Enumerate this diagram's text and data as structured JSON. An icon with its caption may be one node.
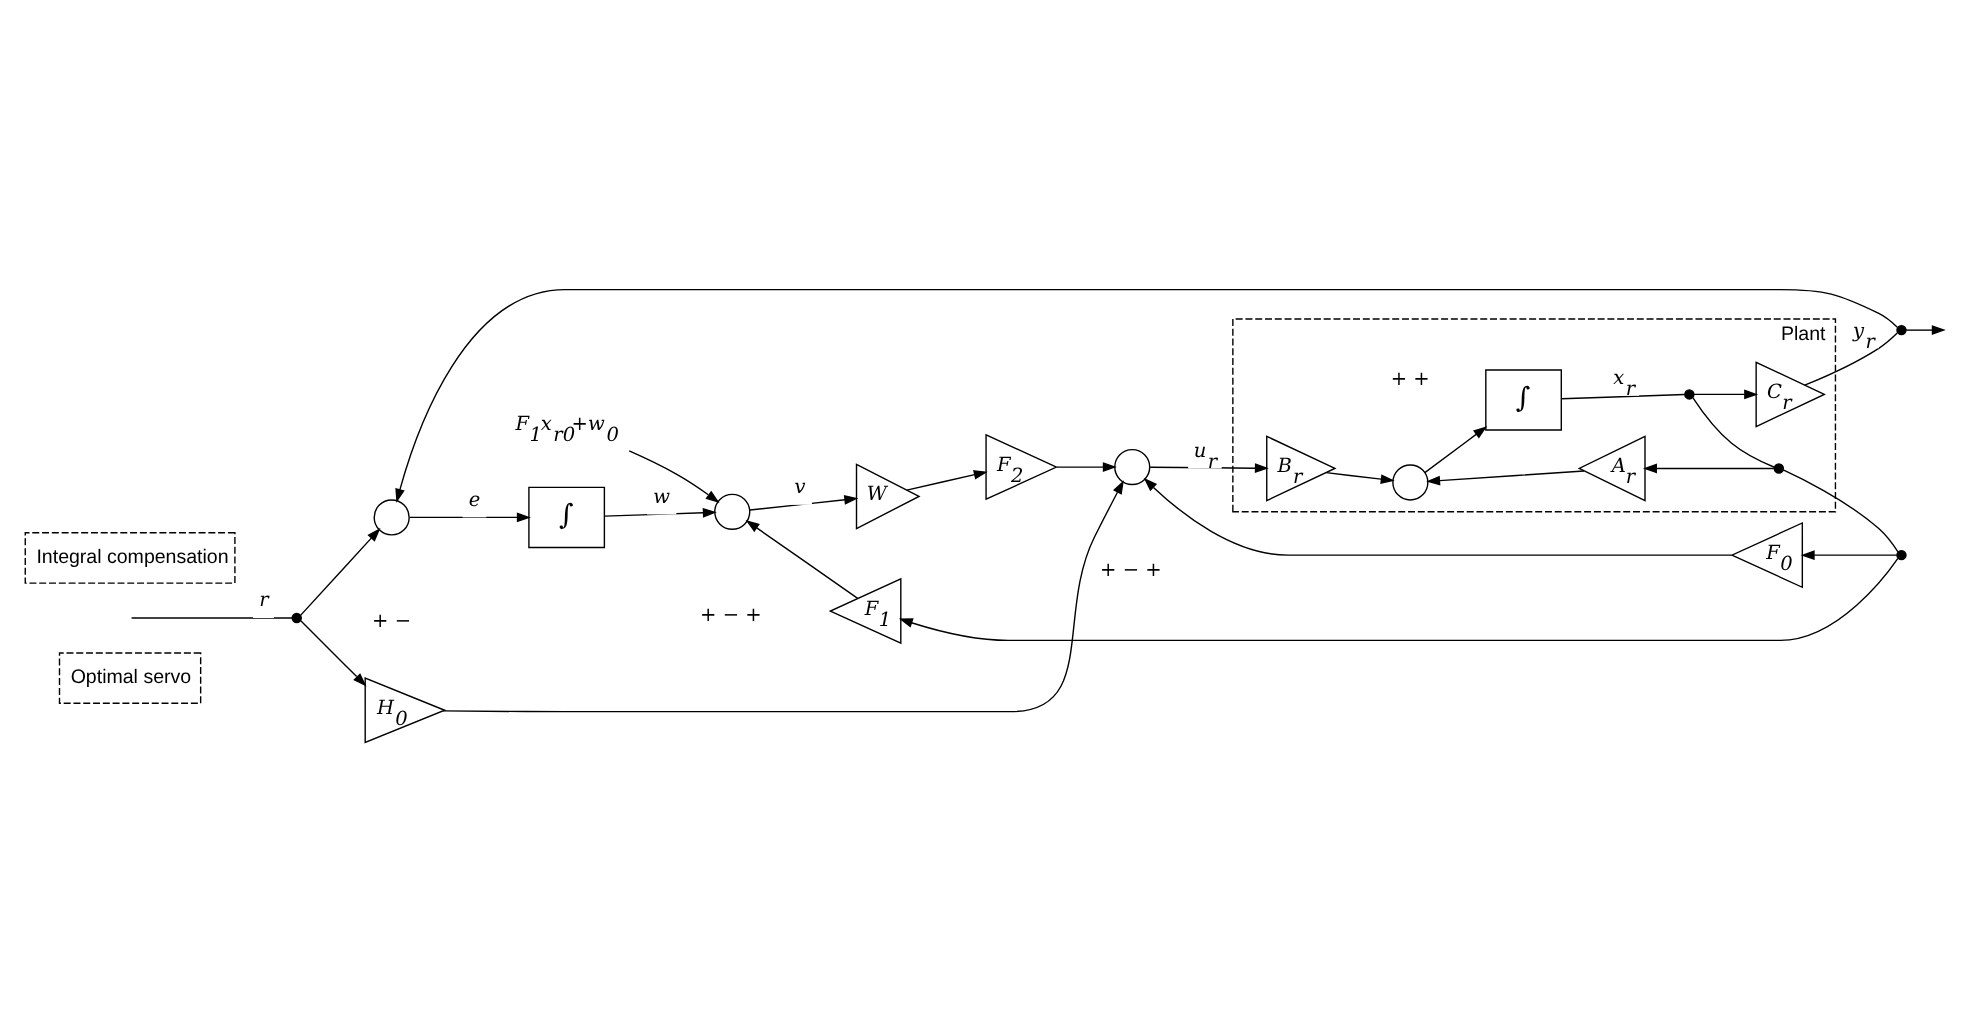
{
  "diagram": {
    "nodes": [
      {
        "text": [
          "Optimal servo"
        ]
      },
      {
        "text": [
          "Plant"
        ]
      },
      {
        "text": [
          "Integral compensation"
        ]
      },
      {
        "text": [],
        "shape": "dot"
      },
      {
        "text": [],
        "shape": "circle",
        "beside": [
          "+",
          "−"
        ]
      },
      {
        "text": [
          "∫"
        ]
      },
      {
        "text": [],
        "shape": "circle",
        "beside": [
          "+",
          "−",
          "+"
        ]
      },
      {
        "text": [
          "W"
        ]
      },
      {
        "text": [
          "F$_{2}$"
        ]
      },
      {
        "text": [
          "H$_{0}$"
        ]
      },
      {
        "text": [],
        "shape": "circle",
        "beside": [
          "+",
          "−",
          "+"
        ]
      },
      {
        "text": [
          "B$_{r}$"
        ],
        "in": 1
      },
      {
        "text": [],
        "shape": "circle",
        "beside": [
          "+",
          "+"
        ],
        "in": 1
      },
      {
        "text": [
          "∫"
        ],
        "in": 1
      },
      {
        "text": [],
        "shape": "dot",
        "in": 1
      },
      {
        "text": [
          "C$_{r}$"
        ],
        "in": 1
      },
      {
        "text": [],
        "shape": "dot"
      },
      {
        "text": [],
        "shape": "dot",
        "in": 1
      },
      {
        "text": [
          "A$_{r}$"
        ],
        "in": 1
      },
      {
        "text": [],
        "shape": "dot"
      },
      {
        "text": [
          "F$_{0}$"
        ]
      },
      {
        "text": [
          "F$_{1}$"
        ]
      },
      {
        "text": [
          "F$_{1}$x$_{r0}$+w$_{0}$"
        ]
      }
    ],
    "edges": [
      {
        "from": null,
        "to": 3,
        "arrow": "none",
        "label": "r"
      },
      {
        "from": 3,
        "to": 4,
        "arrow": "to"
      },
      {
        "from": 3,
        "to": 9,
        "arrow": "to"
      },
      {
        "from": 4,
        "to": 5,
        "arrow": "to",
        "label": "e"
      },
      {
        "from": 5,
        "to": 6,
        "arrow": "to",
        "label": "w"
      },
      {
        "from": 22,
        "to": 6,
        "arrow": "to"
      },
      {
        "from": 6,
        "to": 7,
        "arrow": "to",
        "label": "v"
      },
      {
        "from": 7,
        "to": 8,
        "arrow": "to"
      },
      {
        "from": 8,
        "to": 10,
        "arrow": "to"
      },
      {
        "from": 9,
        "to": 10,
        "arrow": "to"
      },
      {
        "from": 10,
        "to": 11,
        "arrow": "to",
        "label": "u$_{r}$"
      },
      {
        "from": 11,
        "to": 12,
        "arrow": "to"
      },
      {
        "from": 12,
        "to": 13,
        "arrow": "to"
      },
      {
        "from": 13,
        "to": 14,
        "arrow": "none",
        "label": "x$_{r}$"
      },
      {
        "from": 14,
        "to": 15,
        "arrow": "to"
      },
      {
        "from": 15,
        "to": 16,
        "arrow": "none",
        "label": "y$_{r}$"
      },
      {
        "from": 16,
        "to": null,
        "arrow": "to"
      },
      {
        "from": 14,
        "to": 17,
        "arrow": "none"
      },
      {
        "from": 17,
        "to": 18,
        "arrow": "to"
      },
      {
        "from": 18,
        "to": 12,
        "arrow": "to"
      },
      {
        "from": 17,
        "to": 19,
        "arrow": "none"
      },
      {
        "from": 19,
        "to": 20,
        "arrow": "to"
      },
      {
        "from": 20,
        "to": 10,
        "arrow": "to"
      },
      {
        "from": 19,
        "to": 21,
        "arrow": "to"
      },
      {
        "from": 21,
        "to": 6,
        "arrow": "to"
      },
      {
        "from": 16,
        "to": 4,
        "arrow": "to"
      }
    ]
  }
}
